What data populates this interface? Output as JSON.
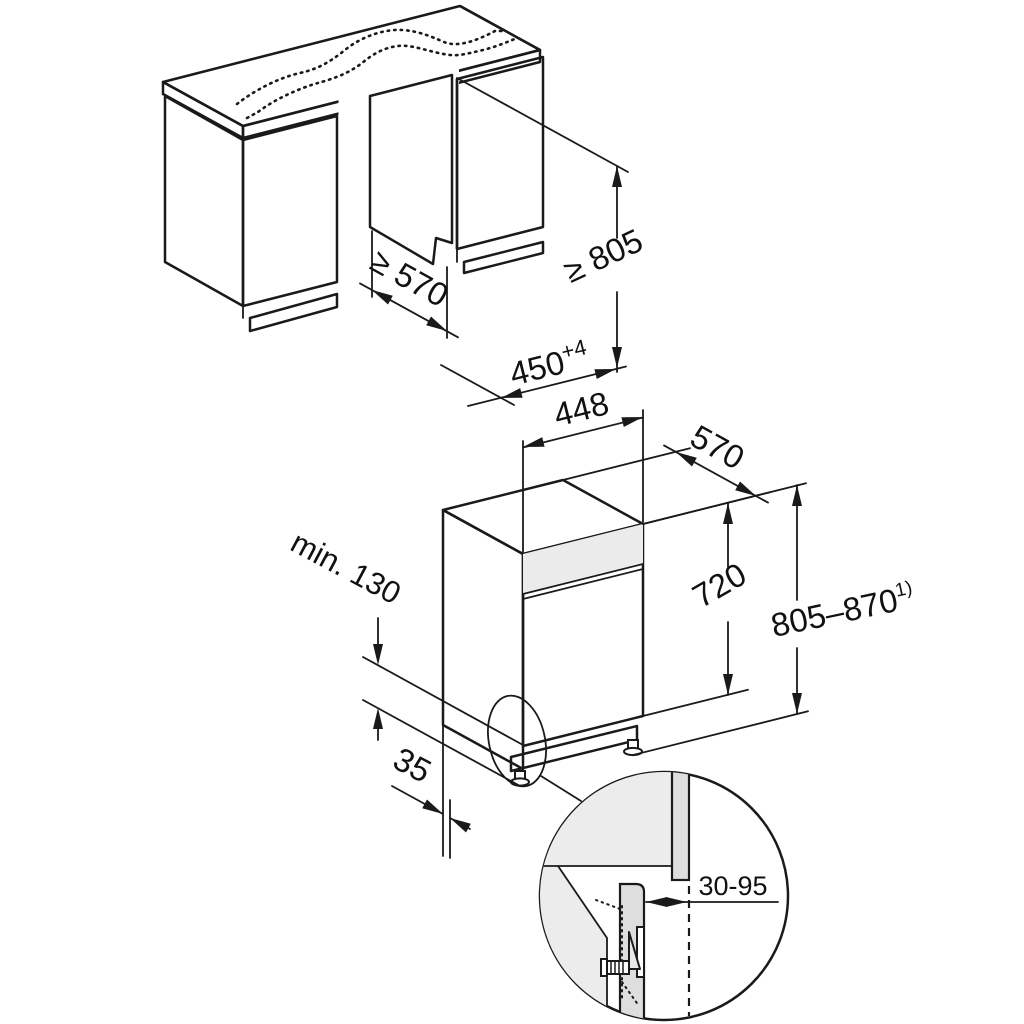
{
  "diagram": {
    "type": "appliance installation dimension drawing",
    "niche": {
      "depth_min": "≥ 570",
      "height_min": "≥ 805",
      "width": "450",
      "width_tolerance": "+4"
    },
    "appliance": {
      "width": "448",
      "depth": "570",
      "door_height": "720",
      "height_range": "805–870",
      "height_note": "1)",
      "plinth_clearance": "min. 130",
      "base_setback": "35"
    },
    "detail": {
      "plinth_adjustment_range": "30-95"
    }
  }
}
